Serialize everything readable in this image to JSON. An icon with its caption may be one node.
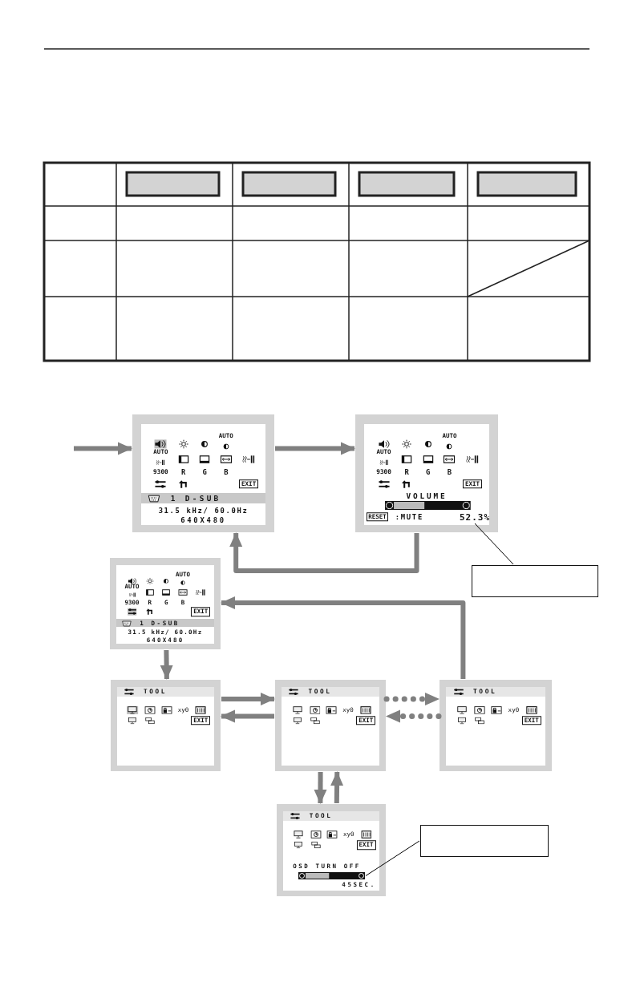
{
  "diagram": {
    "nodes": [
      {
        "text": [
          "AUTO",
          "AUTO",
          "9300",
          "R",
          "G",
          "B",
          "EXIT",
          "1 D-SUB",
          "31.5 kHz/ 60.0Hz",
          "640X480"
        ]
      },
      {
        "text": [
          "AUTO",
          "AUTO",
          "9300",
          "R",
          "G",
          "B",
          "EXIT",
          "VOLUME",
          "RESET",
          ":MUTE"
        ]
      },
      {
        "text": [
          "52.3%"
        ],
        "in": 1
      },
      {
        "text": [],
        "shape": "box"
      },
      {
        "text": [
          "AUTO",
          "AUTO",
          "9300",
          "R",
          "G",
          "B",
          "EXIT",
          "1 D-SUB",
          "31.5 kHz/ 60.0Hz",
          "640X480"
        ]
      },
      {
        "text": [
          "TOOL",
          "xy0",
          "EXIT"
        ]
      },
      {
        "text": [
          "TOOL",
          "xy0",
          "EXIT"
        ]
      },
      {
        "text": [
          "TOOL",
          "xy0",
          "EXIT"
        ]
      },
      {
        "text": [
          "TOOL",
          "xy0",
          "EXIT",
          "OSD TURN OFF",
          "45SEC."
        ]
      },
      {
        "text": [],
        "shape": "bar",
        "in": 8
      },
      {
        "text": [],
        "shape": "box"
      }
    ],
    "edges": [
      {
        "from": null,
        "to": 0,
        "arrow": "to"
      },
      {
        "from": 0,
        "to": 1,
        "arrow": "to"
      },
      {
        "from": 1,
        "to": 0,
        "arrow": "to"
      },
      {
        "from": 3,
        "to": 2,
        "arrow": "none",
        "color": "#000000"
      },
      {
        "from": 7,
        "to": 4,
        "arrow": "to"
      },
      {
        "from": 4,
        "to": 5,
        "arrow": "to"
      },
      {
        "from": 5,
        "to": 6,
        "arrow": "to"
      },
      {
        "from": 6,
        "to": 5,
        "arrow": "to"
      },
      {
        "from": 6,
        "to": 7,
        "arrow": "to",
        "style": "dashed"
      },
      {
        "from": 7,
        "to": 6,
        "arrow": "to",
        "style": "dashed"
      },
      {
        "from": 6,
        "to": 8,
        "arrow": "to"
      },
      {
        "from": 8,
        "to": 6,
        "arrow": "to"
      },
      {
        "from": 10,
        "to": 9,
        "arrow": "none",
        "color": "#000000"
      }
    ]
  }
}
